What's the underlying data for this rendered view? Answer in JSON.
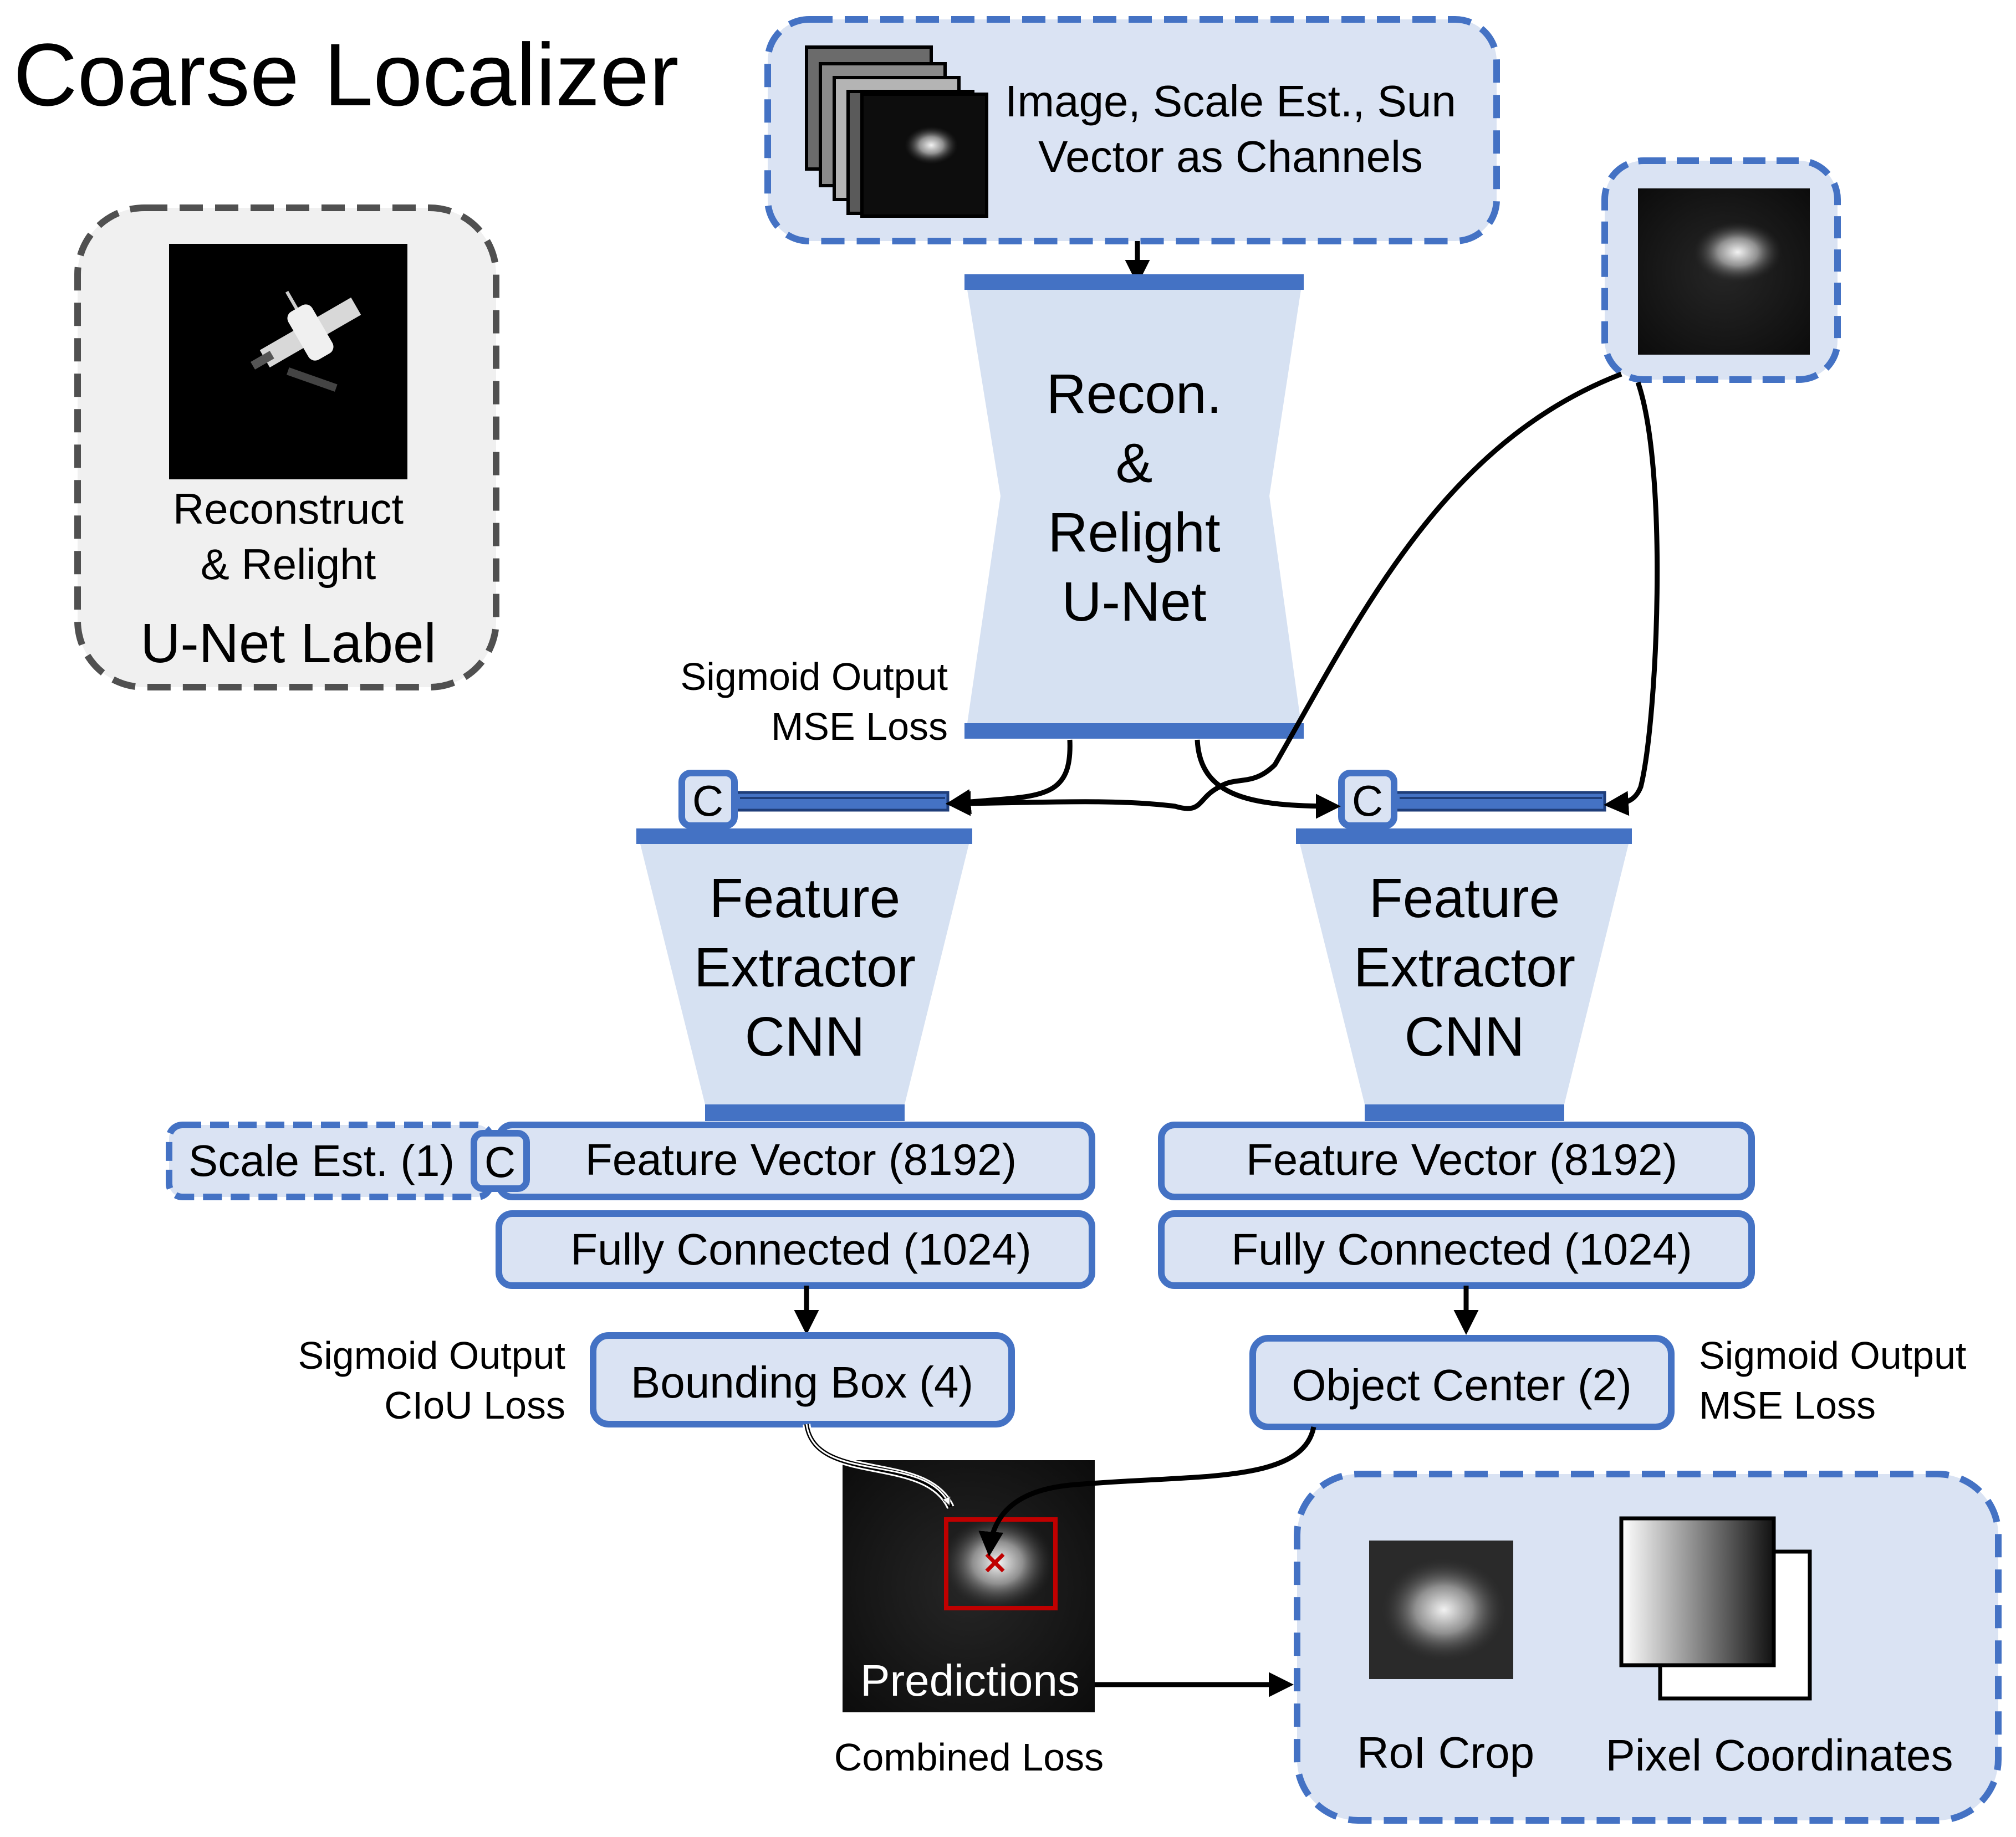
{
  "title": "Coarse Localizer",
  "legend": {
    "caption_line1": "Reconstruct",
    "caption_line2": "& Relight",
    "name": "U-Net Label"
  },
  "input": {
    "line1": "Image, Scale Est., Sun",
    "line2": "Vector as Channels"
  },
  "unet": {
    "lines": [
      "Recon.",
      "&",
      "Relight",
      "U-Net"
    ],
    "loss_line1": "Sigmoid Output",
    "loss_line2": "MSE Loss"
  },
  "concat_symbol": "C",
  "left_branch": {
    "extractor_lines": [
      "Feature",
      "Extractor",
      "CNN"
    ],
    "scale_est": "Scale Est. (1)",
    "feature_vector": "Feature Vector (8192)",
    "fully_connected": "Fully Connected (1024)",
    "output": "Bounding Box (4)",
    "loss_line1": "Sigmoid Output",
    "loss_line2": "CIoU Loss"
  },
  "right_branch": {
    "extractor_lines": [
      "Feature",
      "Extractor",
      "CNN"
    ],
    "feature_vector": "Feature Vector (8192)",
    "fully_connected": "Fully Connected (1024)",
    "output": "Object Center (2)",
    "loss_line1": "Sigmoid Output",
    "loss_line2": "MSE Loss"
  },
  "predictions": {
    "label": "Predictions",
    "loss": "Combined Loss"
  },
  "result": {
    "roi_label": "RoI Crop",
    "pixel_label": "Pixel Coordinates"
  },
  "colors": {
    "accent_blue": "#4472C4",
    "box_fill": "#DAE3F3",
    "trapezoid_fill": "#D6E1F2",
    "legend_fill": "#F0F0F0",
    "legend_border": "#505050",
    "prediction_box": "#C00000"
  }
}
